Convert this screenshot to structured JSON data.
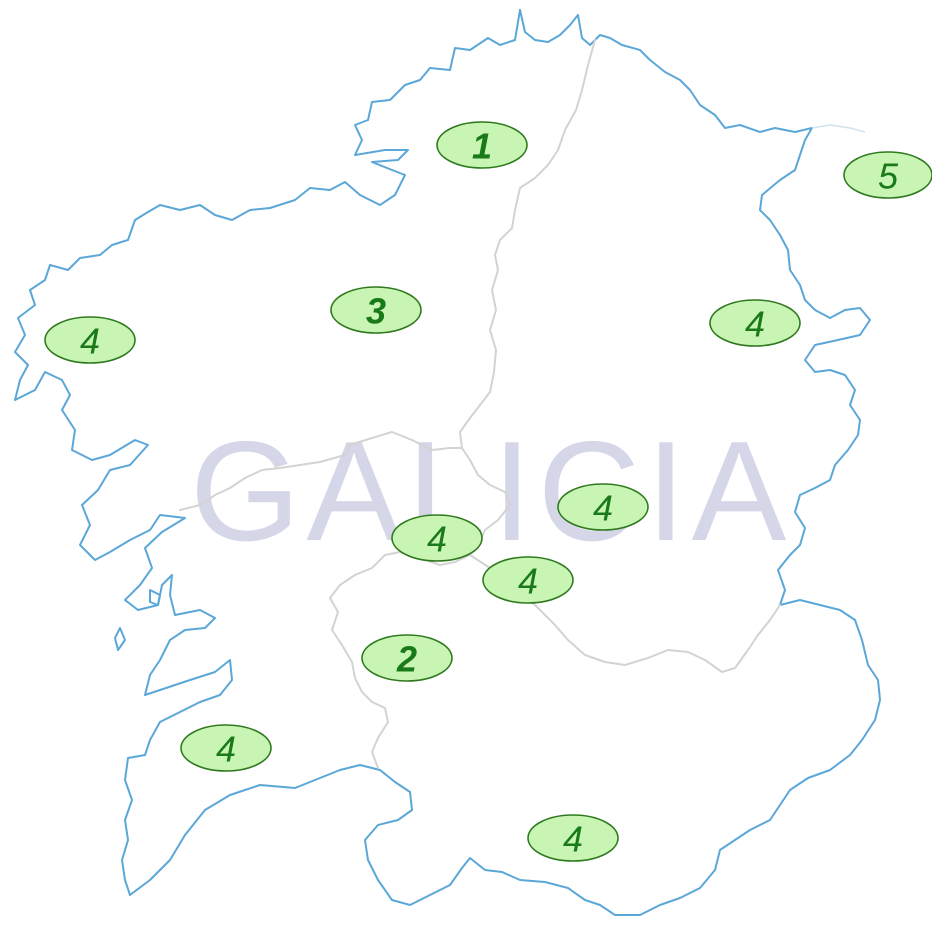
{
  "watermark": "GALICIA",
  "colors": {
    "coast": "#5aa7d8",
    "border": "#d3d3d3",
    "badge_fill": "#c9f5b4",
    "badge_stroke": "#2f7a1f",
    "badge_text": "#1a7a1a"
  },
  "markers": [
    {
      "id": "north",
      "label": "1",
      "bold": true
    },
    {
      "id": "far-east",
      "label": "5",
      "bold": false
    },
    {
      "id": "west-coast",
      "label": "4",
      "bold": false
    },
    {
      "id": "central-north",
      "label": "3",
      "bold": true
    },
    {
      "id": "east",
      "label": "4",
      "bold": false
    },
    {
      "id": "center-east",
      "label": "4",
      "bold": false
    },
    {
      "id": "center",
      "label": "4",
      "bold": false
    },
    {
      "id": "center-south",
      "label": "4",
      "bold": false
    },
    {
      "id": "south-central",
      "label": "2",
      "bold": true
    },
    {
      "id": "southwest",
      "label": "4",
      "bold": false
    },
    {
      "id": "south",
      "label": "4",
      "bold": false
    }
  ]
}
